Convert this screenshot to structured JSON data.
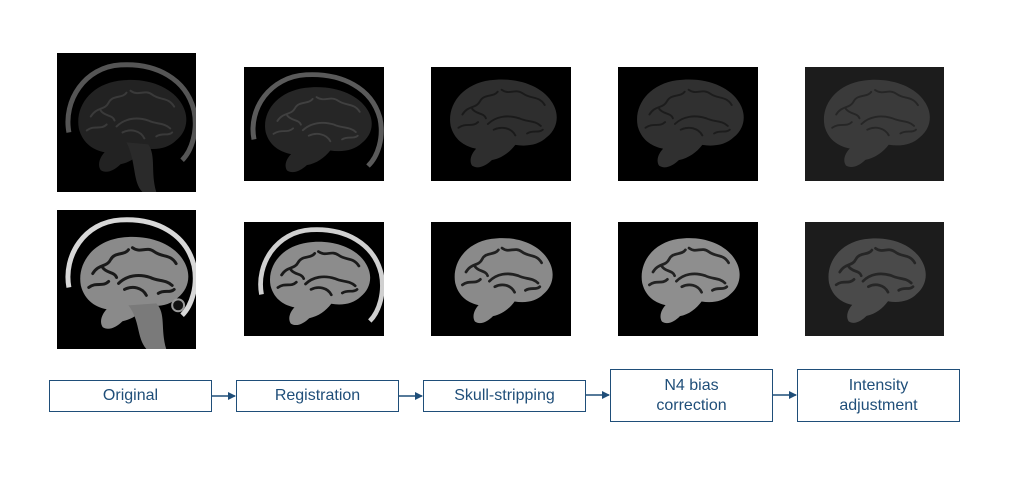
{
  "pipeline": {
    "steps": [
      {
        "line1": "Original",
        "line2": ""
      },
      {
        "line1": "Registration",
        "line2": ""
      },
      {
        "line1": "Skull-stripping",
        "line2": ""
      },
      {
        "line1": "N4 bias",
        "line2": "correction"
      },
      {
        "line1": "Intensity",
        "line2": "adjustment"
      }
    ],
    "arrow_color": "#1f4e79",
    "box_border_color": "#1f4e79",
    "text_color": "#1f4e79"
  },
  "images": {
    "rows": [
      [
        "original-mri-icon",
        "registered-mri-icon",
        "skull-stripped-mri-icon",
        "n4-corrected-mri-icon",
        "intensity-adjusted-mri-icon"
      ],
      [
        "original-mri-icon",
        "registered-mri-icon",
        "skull-stripped-mri-icon",
        "n4-corrected-mri-icon",
        "intensity-adjusted-mri-icon"
      ]
    ]
  }
}
